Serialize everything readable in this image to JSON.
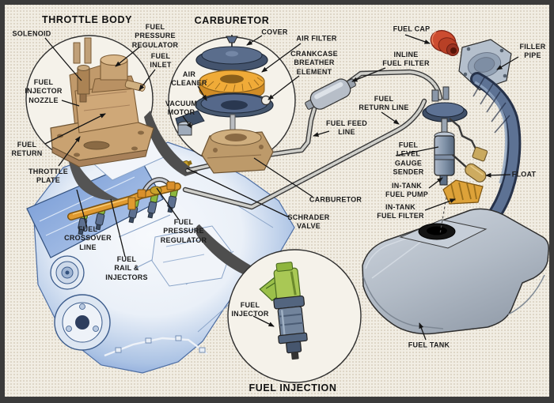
{
  "titles": {
    "throttle_body": "THROTTLE BODY",
    "carburetor": "CARBURETOR",
    "fuel_injection": "FUEL INJECTION"
  },
  "labels": {
    "solenoid": "SOLENOID",
    "fuel_pressure_regulator_tb": "FUEL\nPRESSURE\nREGULATOR",
    "fuel_inlet": "FUEL\nINLET",
    "fuel_injector_nozzle": "FUEL\nINJECTOR\nNOZZLE",
    "fuel_return": "FUEL\nRETURN",
    "throttle_plate": "THROTTLE\nPLATE",
    "cover": "COVER",
    "air_filter": "AIR FILTER",
    "crankcase_breather_element": "CRANKCASE\nBREATHER\nELEMENT",
    "air_cleaner": "AIR\nCLEANER",
    "vacuum_motor": "VACUUM\nMOTOR",
    "fuel_cap": "FUEL CAP",
    "inline_fuel_filter": "INLINE\nFUEL FILTER",
    "filler_pipe": "FILLER\nPIPE",
    "fuel_return_line": "FUEL\nRETURN LINE",
    "fuel_feed_line": "FUEL FEED\nLINE",
    "fuel_level_gauge_sender": "FUEL\nLEVEL\nGAUGE\nSENDER",
    "float": "FLOAT",
    "in_tank_fuel_pump": "IN-TANK\nFUEL PUMP",
    "in_tank_fuel_filter": "IN-TANK\nFUEL FILTER",
    "carburetor_part": "CARBURETOR",
    "schrader_valve": "SCHRADER\nVALVE",
    "fuel_crossover_line": "FUEL\nCROSSOVER\nLINE",
    "fuel_rail_injectors": "FUEL\nRAIL &\nINJECTORS",
    "fuel_pressure_regulator_engine": "FUEL\nPRESSURE\nREGULATOR",
    "fuel_injector": "FUEL\nINJECTOR",
    "fuel_tank": "FUEL TANK"
  },
  "colors": {
    "background": "#f1ede3",
    "frame": "#3b3b3b",
    "air_filter_orange": "#f0ab38",
    "fuel_rail_orange": "#e09a30",
    "injector_green": "#8cb83e",
    "fuel_cap_red": "#cc4c30",
    "engine_blue": "#6a8cd0",
    "tank_gray": "#b5bdc8",
    "carb_cover_slate": "#44546e",
    "throttle_body_tan": "#c9a271"
  }
}
